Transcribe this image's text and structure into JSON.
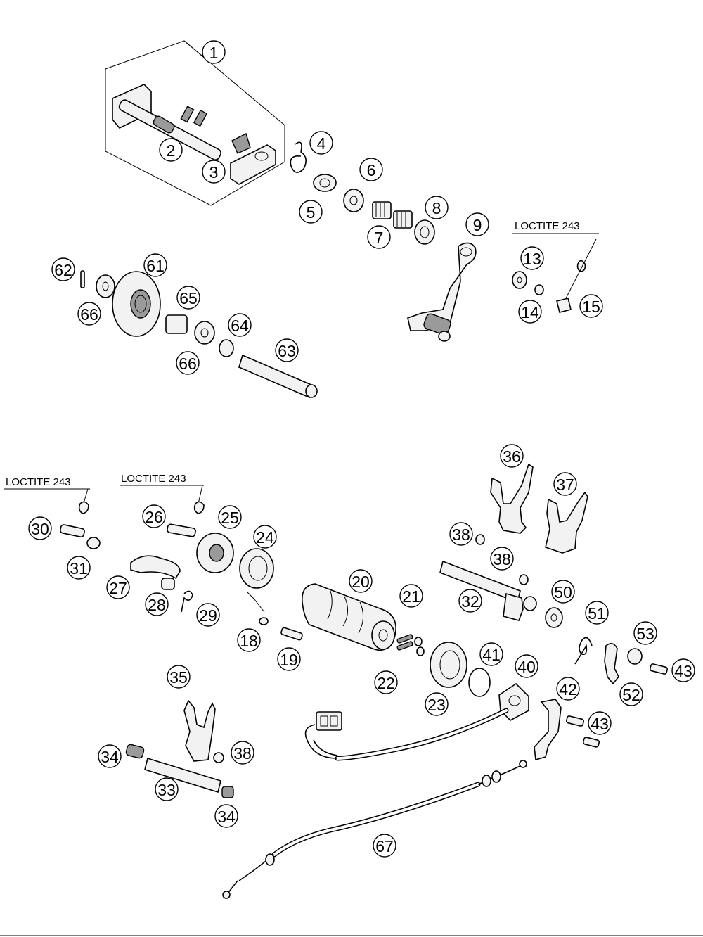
{
  "notes": {
    "loctite_1": "LOCTITE 243",
    "loctite_2": "LOCTITE 243",
    "loctite_3": "LOCTITE 243"
  },
  "labels": [
    {
      "id": "l1",
      "text": "1"
    },
    {
      "id": "l2",
      "text": "2"
    },
    {
      "id": "l3",
      "text": "3"
    },
    {
      "id": "l4",
      "text": "4"
    },
    {
      "id": "l5",
      "text": "5"
    },
    {
      "id": "l6",
      "text": "6"
    },
    {
      "id": "l7",
      "text": "7"
    },
    {
      "id": "l8",
      "text": "8"
    },
    {
      "id": "l9",
      "text": "9"
    },
    {
      "id": "l13",
      "text": "13"
    },
    {
      "id": "l14",
      "text": "14"
    },
    {
      "id": "l15",
      "text": "15"
    },
    {
      "id": "l62",
      "text": "62"
    },
    {
      "id": "l61",
      "text": "61"
    },
    {
      "id": "l66a",
      "text": "66"
    },
    {
      "id": "l65",
      "text": "65"
    },
    {
      "id": "l66b",
      "text": "66"
    },
    {
      "id": "l64",
      "text": "64"
    },
    {
      "id": "l63",
      "text": "63"
    },
    {
      "id": "l36",
      "text": "36"
    },
    {
      "id": "l37",
      "text": "37"
    },
    {
      "id": "l38a",
      "text": "38"
    },
    {
      "id": "l38b",
      "text": "38"
    },
    {
      "id": "l30",
      "text": "30"
    },
    {
      "id": "l26",
      "text": "26"
    },
    {
      "id": "l25",
      "text": "25"
    },
    {
      "id": "l24",
      "text": "24"
    },
    {
      "id": "l31",
      "text": "31"
    },
    {
      "id": "l27",
      "text": "27"
    },
    {
      "id": "l28",
      "text": "28"
    },
    {
      "id": "l29",
      "text": "29"
    },
    {
      "id": "l20",
      "text": "20"
    },
    {
      "id": "l21",
      "text": "21"
    },
    {
      "id": "l32",
      "text": "32"
    },
    {
      "id": "l50",
      "text": "50"
    },
    {
      "id": "l51",
      "text": "51"
    },
    {
      "id": "l53",
      "text": "53"
    },
    {
      "id": "l43a",
      "text": "43"
    },
    {
      "id": "l18",
      "text": "18"
    },
    {
      "id": "l19",
      "text": "19"
    },
    {
      "id": "l22",
      "text": "22"
    },
    {
      "id": "l23",
      "text": "23"
    },
    {
      "id": "l41",
      "text": "41"
    },
    {
      "id": "l40",
      "text": "40"
    },
    {
      "id": "l42",
      "text": "42"
    },
    {
      "id": "l52",
      "text": "52"
    },
    {
      "id": "l43b",
      "text": "43"
    },
    {
      "id": "l35",
      "text": "35"
    },
    {
      "id": "l34a",
      "text": "34"
    },
    {
      "id": "l38c",
      "text": "38"
    },
    {
      "id": "l33",
      "text": "33"
    },
    {
      "id": "l34b",
      "text": "34"
    },
    {
      "id": "l67",
      "text": "67"
    }
  ]
}
